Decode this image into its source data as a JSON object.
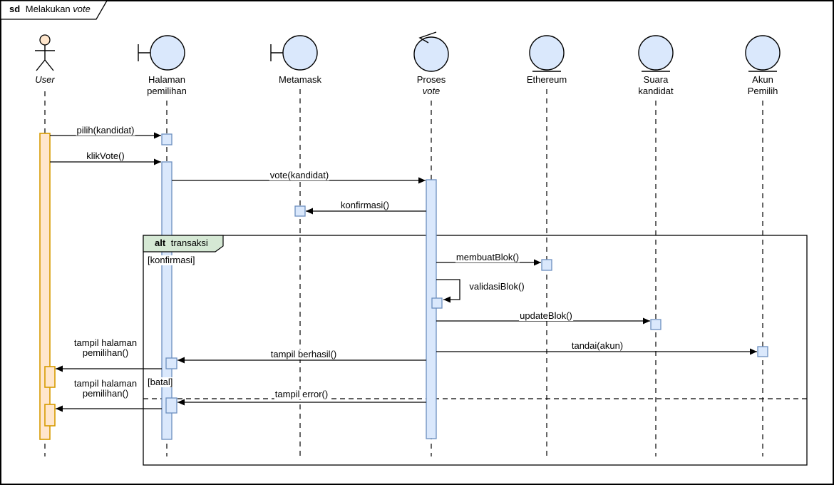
{
  "title": {
    "keyword": "sd",
    "text": "Melakukan",
    "text_italic": "vote"
  },
  "colors": {
    "blue_fill": "#dae8fc",
    "blue_stroke": "#6c8ebf",
    "orange_fill": "#ffe6cc",
    "orange_stroke": "#d79b00",
    "green_fill": "#d5e8d4",
    "actor_fill": "#ffe6cc"
  },
  "lifelines": [
    {
      "id": "user",
      "type": "actor",
      "label_lines": [
        "User"
      ]
    },
    {
      "id": "halaman",
      "type": "boundary",
      "label_lines": [
        "Halaman",
        "pemilihan"
      ]
    },
    {
      "id": "metamask",
      "type": "boundary",
      "label_lines": [
        "Metamask"
      ]
    },
    {
      "id": "proses",
      "type": "control",
      "label_lines": [
        "Proses",
        "vote"
      ]
    },
    {
      "id": "ethereum",
      "type": "entity",
      "label_lines": [
        "Ethereum"
      ]
    },
    {
      "id": "suara",
      "type": "entity",
      "label_lines": [
        "Suara",
        "kandidat"
      ]
    },
    {
      "id": "akun",
      "type": "entity",
      "label_lines": [
        "Akun",
        "Pemilih"
      ]
    }
  ],
  "alt_frame": {
    "operator": "alt",
    "condition": "transaksi",
    "guard_top": "[konfirmasi]",
    "guard_bottom": "[batal]"
  },
  "messages": {
    "pilih": {
      "label": "pilih(kandidat)",
      "from": "User",
      "to": "Halaman pemilihan"
    },
    "klikvote": {
      "label": "klikVote()",
      "from": "User",
      "to": "Halaman pemilihan"
    },
    "vote": {
      "label": "vote(kandidat)",
      "from": "Halaman pemilihan",
      "to": "Proses vote"
    },
    "konfirmasi": {
      "label": "konfirmasi()",
      "from": "Proses vote",
      "to": "Metamask"
    },
    "membuatblok": {
      "label": "membuatBlok()",
      "from": "Proses vote",
      "to": "Ethereum"
    },
    "validasiblok": {
      "label": "validasiBlok()",
      "from": "Proses vote",
      "to": "Proses vote"
    },
    "updateblok": {
      "label": "updateBlok()",
      "from": "Proses vote",
      "to": "Suara kandidat"
    },
    "tandai": {
      "label": "tandai(akun)",
      "from": "Proses vote",
      "to": "Akun Pemilih"
    },
    "tampil_berhasil": {
      "label": "tampil berhasil()",
      "from": "Proses vote",
      "to": "Halaman pemilihan"
    },
    "tampil_halaman_1": {
      "label_lines": [
        "tampil halaman",
        "pemilihan()"
      ],
      "from": "Halaman pemilihan",
      "to": "User"
    },
    "tampil_error": {
      "label": "tampil error()",
      "from": "Proses vote",
      "to": "Halaman pemilihan"
    },
    "tampil_halaman_2": {
      "label_lines": [
        "tampil halaman",
        "pemilihan()"
      ],
      "from": "Halaman pemilihan",
      "to": "User"
    }
  }
}
